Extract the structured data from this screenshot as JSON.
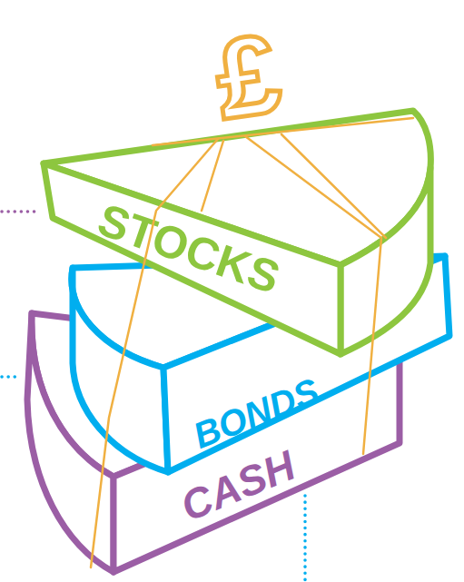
{
  "diagram": {
    "nodes": [
      {
        "text": [
          "STOCKS"
        ]
      },
      {
        "text": [
          "BONDS"
        ]
      },
      {
        "text": [
          "CASH"
        ]
      }
    ],
    "labels": [
      "£"
    ]
  }
}
